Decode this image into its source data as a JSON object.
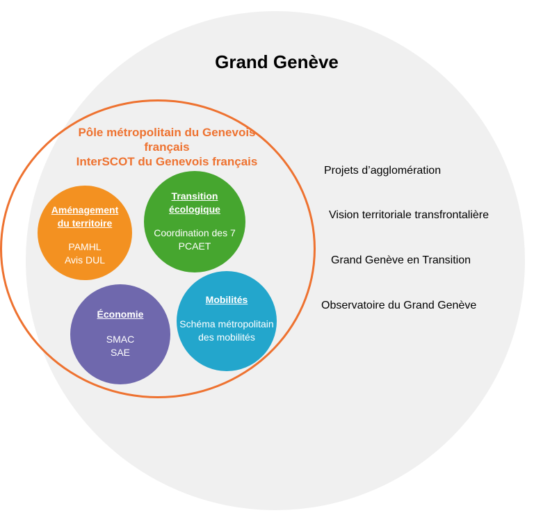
{
  "title": "Grand Genève",
  "colors": {
    "outer_background": "#f0f0f0",
    "ring_stroke": "#ee7230",
    "ring_title": "#ee7230",
    "amenagement": "#f39121",
    "transition": "#46a62f",
    "economie": "#6f68ad",
    "mobilites": "#23a6cc"
  },
  "inner_circle": {
    "title_lines": [
      "Pôle métropolitain du Genevois",
      "français",
      "InterSCOT du Genevois français"
    ]
  },
  "themes": [
    {
      "id": "amenagement",
      "title_lines": [
        "Aménagement",
        "du territoire"
      ],
      "body_lines": [
        "PAMHL",
        "Avis DUL"
      ]
    },
    {
      "id": "transition",
      "title_lines": [
        "Transition",
        "écologique"
      ],
      "body_lines": [
        "Coordination des 7",
        "PCAET"
      ]
    },
    {
      "id": "economie",
      "title_lines": [
        "Économie"
      ],
      "body_lines": [
        "SMAC",
        "SAE"
      ]
    },
    {
      "id": "mobilites",
      "title_lines": [
        "Mobilités"
      ],
      "body_lines": [
        "Schéma métropolitain",
        "des mobilités"
      ]
    }
  ],
  "side_items": [
    "Projets d’agglomération",
    "Vision territoriale transfrontalière",
    "Grand Genève en Transition",
    "Observatoire du Grand Genève"
  ]
}
